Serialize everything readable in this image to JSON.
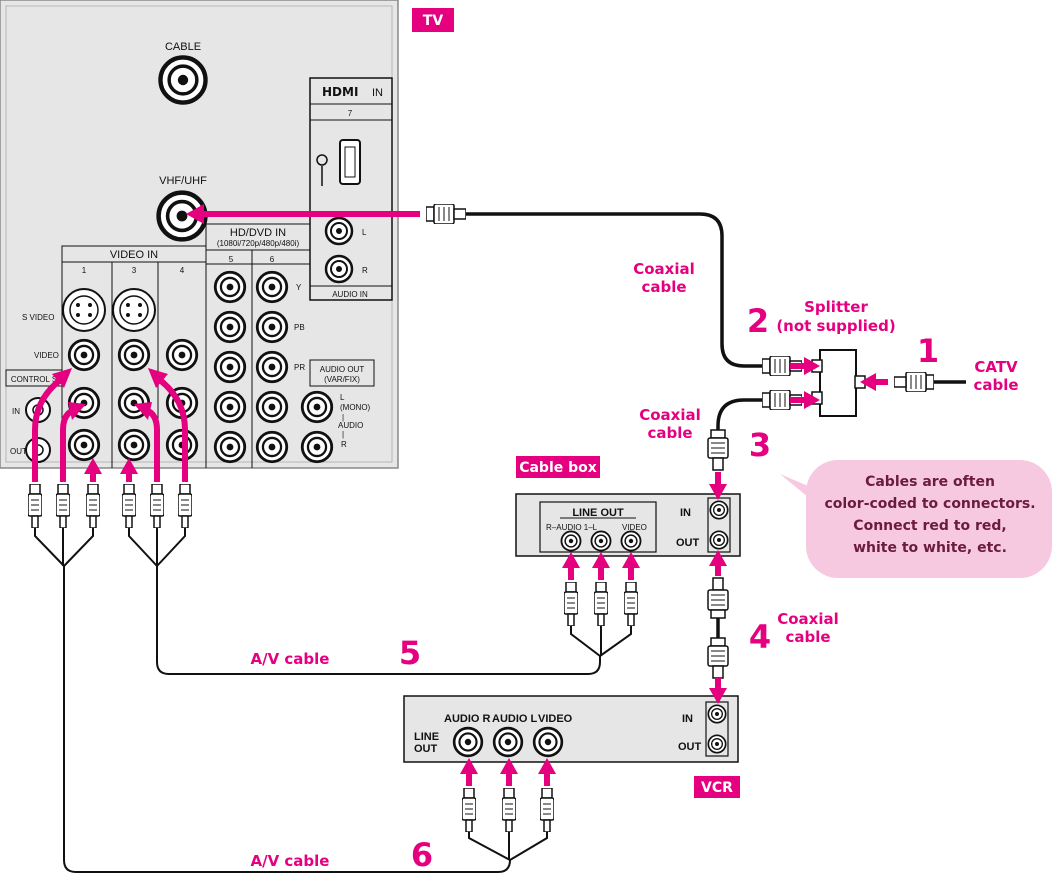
{
  "tags": {
    "tv": "TV",
    "cable_box": "Cable box",
    "vcr": "VCR"
  },
  "tv_panel": {
    "cable": "CABLE",
    "vhf_uhf": "VHF/UHF",
    "hdmi_logo": "HDMI",
    "hdmi_in": "IN",
    "hdmi_number": "7",
    "hdmi_audio_l": "L",
    "hdmi_audio_r": "R",
    "hdmi_audio_in": "AUDIO IN",
    "video_in": "VIDEO IN",
    "video_in_col_1": "1",
    "video_in_col_3": "3",
    "video_in_col_4": "4",
    "hd_dvd_in": "HD/DVD IN",
    "hd_dvd_formats": "(1080i/720p/480p/480i)",
    "hd_col_5": "5",
    "hd_col_6": "6",
    "y": "Y",
    "pb": "PB",
    "pr": "PR",
    "s_video": "S VIDEO",
    "video": "VIDEO",
    "control_s": "CONTROL S",
    "control_in": "IN",
    "control_out": "OUT",
    "audio_out": "AUDIO OUT",
    "audio_out_sub": "(VAR/FIX)",
    "audio_l": "L",
    "audio_mono": "(MONO)",
    "audio_dash": "|",
    "audio": "AUDIO",
    "audio_dash2": "|",
    "audio_r": "R"
  },
  "labels": {
    "coaxial_1": [
      "Coaxial",
      "cable"
    ],
    "coaxial_2": [
      "Coaxial",
      "cable"
    ],
    "coaxial_3": [
      "Coaxial",
      "cable"
    ],
    "splitter": [
      "Splitter",
      "(not supplied)"
    ],
    "catv": [
      "CATV",
      "cable"
    ],
    "av_cable_1": "A/V cable",
    "av_cable_2": "A/V cable",
    "note": [
      "Cables are often",
      "color-coded to connectors.",
      "Connect red to red,",
      "white to white, etc."
    ]
  },
  "steps": {
    "s1": "1",
    "s2": "2",
    "s3": "3",
    "s4": "4",
    "s5": "5",
    "s6": "6"
  },
  "cable_box": {
    "line_out": "LINE OUT",
    "ports": "R–AUDIO 1–L",
    "video": "VIDEO",
    "in": "IN",
    "out": "OUT"
  },
  "vcr": {
    "audio_r": "AUDIO R",
    "audio_l": "AUDIO L",
    "video": "VIDEO",
    "line": "LINE",
    "out_label": "OUT",
    "in": "IN",
    "out": "OUT"
  },
  "colors": {
    "accent": "#e4007f",
    "note_bg": "#f7c9e0",
    "panel_bg": "#e6e6e6"
  }
}
